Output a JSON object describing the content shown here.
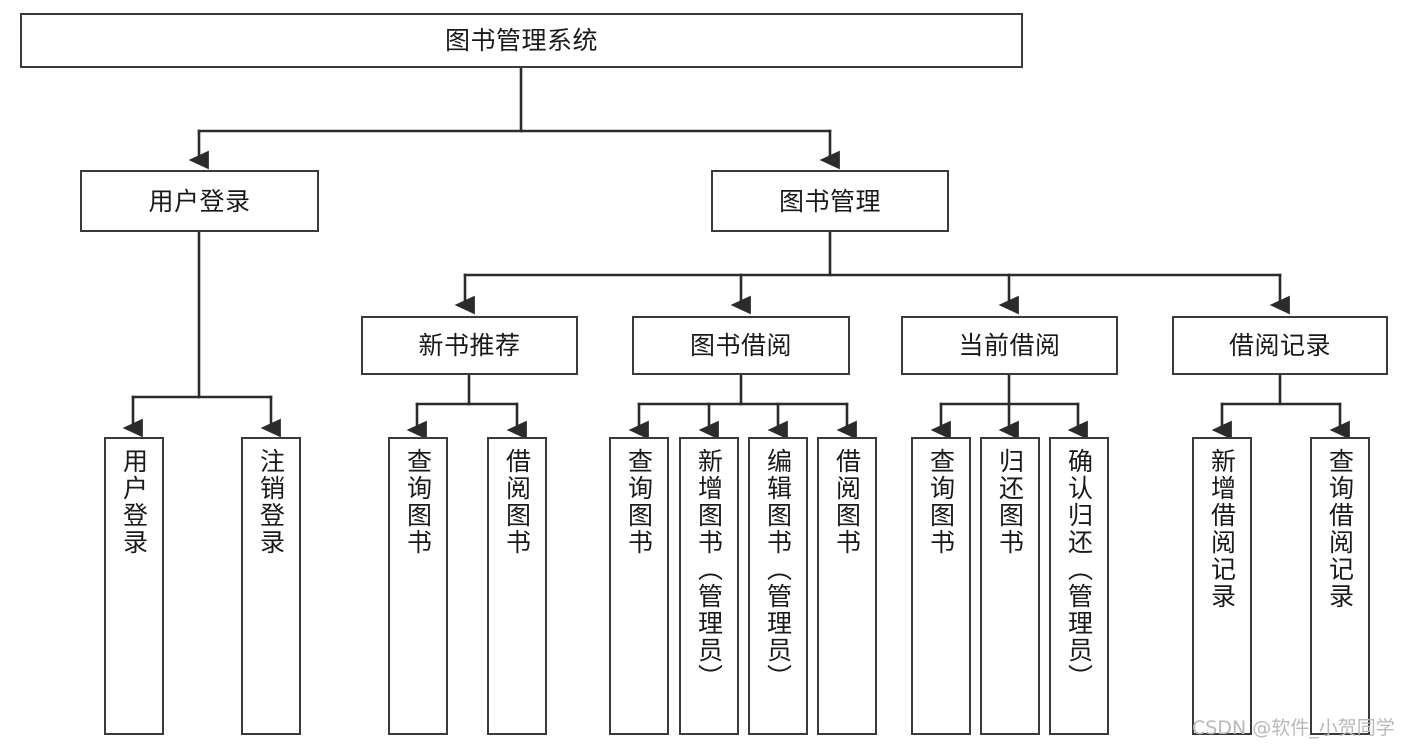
{
  "diagram": {
    "title": "图书管理系统",
    "type": "tree-hierarchy",
    "root": {
      "id": "root",
      "label": "图书管理系统"
    },
    "level2": [
      {
        "id": "user-login",
        "label": "用户登录"
      },
      {
        "id": "book-manage",
        "label": "图书管理"
      }
    ],
    "level3": [
      {
        "id": "new-book-rec",
        "label": "新书推荐"
      },
      {
        "id": "book-borrow",
        "label": "图书借阅"
      },
      {
        "id": "current-borrow",
        "label": "当前借阅"
      },
      {
        "id": "borrow-record",
        "label": "借阅记录"
      }
    ],
    "leaves": {
      "user_login": [
        {
          "id": "leaf-user-login",
          "label": "用户登录"
        },
        {
          "id": "leaf-logout",
          "label": "注销登录"
        }
      ],
      "new_book_rec": [
        {
          "id": "leaf-query-book-1",
          "label": "查询图书"
        },
        {
          "id": "leaf-borrow-book-1",
          "label": "借阅图书"
        }
      ],
      "book_borrow": [
        {
          "id": "leaf-query-book-2",
          "label": "查询图书"
        },
        {
          "id": "leaf-add-book",
          "label": "新增图书（管理员）"
        },
        {
          "id": "leaf-edit-book",
          "label": "编辑图书（管理员）"
        },
        {
          "id": "leaf-borrow-book-2",
          "label": "借阅图书"
        }
      ],
      "current_borrow": [
        {
          "id": "leaf-query-book-3",
          "label": "查询图书"
        },
        {
          "id": "leaf-return-book",
          "label": "归还图书"
        },
        {
          "id": "leaf-confirm-return",
          "label": "确认归还（管理员）"
        }
      ],
      "borrow_record": [
        {
          "id": "leaf-add-record",
          "label": "新增借阅记录"
        },
        {
          "id": "leaf-query-record",
          "label": "查询借阅记录"
        }
      ]
    }
  },
  "watermark": {
    "text": "CSDN @软件_小贺同学"
  },
  "colors": {
    "box_border": "#3a3a3a",
    "box_fill": "#ffffff",
    "text": "#1a1a1a",
    "edge": "#2b2b2b",
    "watermark": "#b9b9b9",
    "background": "#ffffff"
  }
}
